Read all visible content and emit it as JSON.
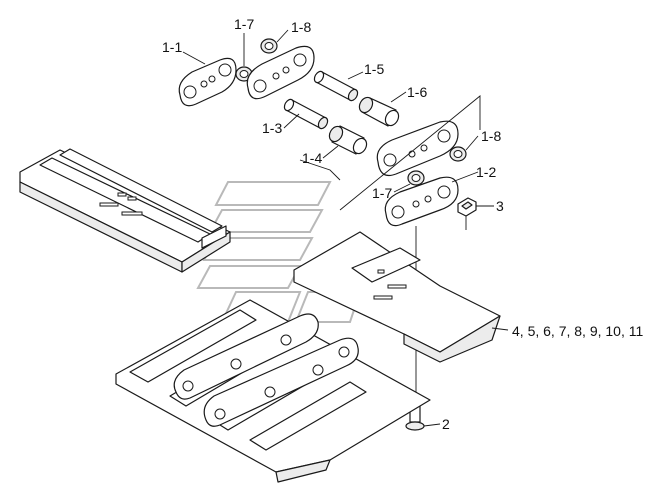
{
  "diagram": {
    "callouts": [
      {
        "id": "c-1-1",
        "text": "1-1"
      },
      {
        "id": "c-1-7-top",
        "text": "1-7"
      },
      {
        "id": "c-1-8-top",
        "text": "1-8"
      },
      {
        "id": "c-1-5",
        "text": "1-5"
      },
      {
        "id": "c-1-6",
        "text": "1-6"
      },
      {
        "id": "c-1-3",
        "text": "1-3"
      },
      {
        "id": "c-1-4",
        "text": "1-4"
      },
      {
        "id": "c-1-8-right",
        "text": "1-8"
      },
      {
        "id": "c-1-2",
        "text": "1-2"
      },
      {
        "id": "c-1-7-mid",
        "text": "1-7"
      },
      {
        "id": "c-3",
        "text": "3"
      },
      {
        "id": "c-4-11",
        "text": "4, 5, 6, 7, 8, 9, 10, 11"
      },
      {
        "id": "c-2",
        "text": "2"
      }
    ],
    "colors": {
      "line": "#1a1a1a",
      "part_fill": "#ffffff",
      "shade": "#ececec",
      "watermark": "#b9b9b9"
    }
  }
}
